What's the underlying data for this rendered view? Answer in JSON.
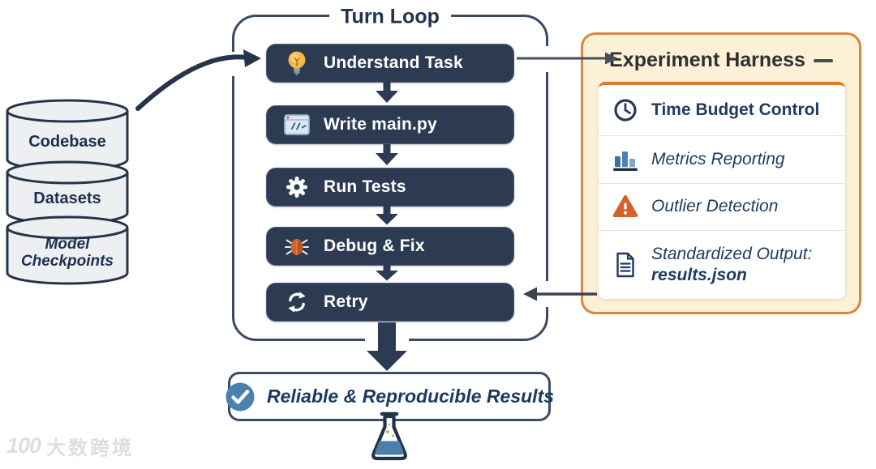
{
  "colors": {
    "navy": "#2c3b52",
    "navy_dark": "#263449",
    "loop_border": "#3a4a62",
    "orange_accent": "#d2622a",
    "harness_bg": "#fcf0d6",
    "harness_border": "#d8873e",
    "check_blue": "#4a81ad",
    "flask_liquid": "#4c7ea8",
    "item_text": "#1e3c61"
  },
  "data_sources": {
    "items": [
      {
        "label": "Codebase",
        "icon": "database-icon"
      },
      {
        "label": "Datasets",
        "icon": "database-icon"
      },
      {
        "label": "Model Checkpoints",
        "icon": "database-icon"
      }
    ]
  },
  "turn_loop": {
    "title": "Turn Loop",
    "steps": [
      {
        "label": "Understand Task",
        "icon": "lightbulb-icon"
      },
      {
        "label": "Write main.py",
        "icon": "code-editor-icon"
      },
      {
        "label": "Run Tests",
        "icon": "gear-icon"
      },
      {
        "label": "Debug & Fix",
        "icon": "bug-icon"
      },
      {
        "label": "Retry",
        "icon": "refresh-icon"
      }
    ]
  },
  "harness": {
    "title": "Experiment Harness",
    "items": [
      {
        "label": "Time Budget Control",
        "icon": "clock-icon"
      },
      {
        "label": "Metrics Reporting",
        "icon": "bar-chart-icon"
      },
      {
        "label": "Outlier Detection",
        "icon": "warning-icon"
      },
      {
        "label": "Standardized Output:",
        "value": "results.json",
        "icon": "document-icon"
      }
    ]
  },
  "result": {
    "label": "Reliable & Reproducible Results",
    "icon": "check-circle-icon"
  },
  "watermark": {
    "logo": "100",
    "text": "大数跨境"
  }
}
